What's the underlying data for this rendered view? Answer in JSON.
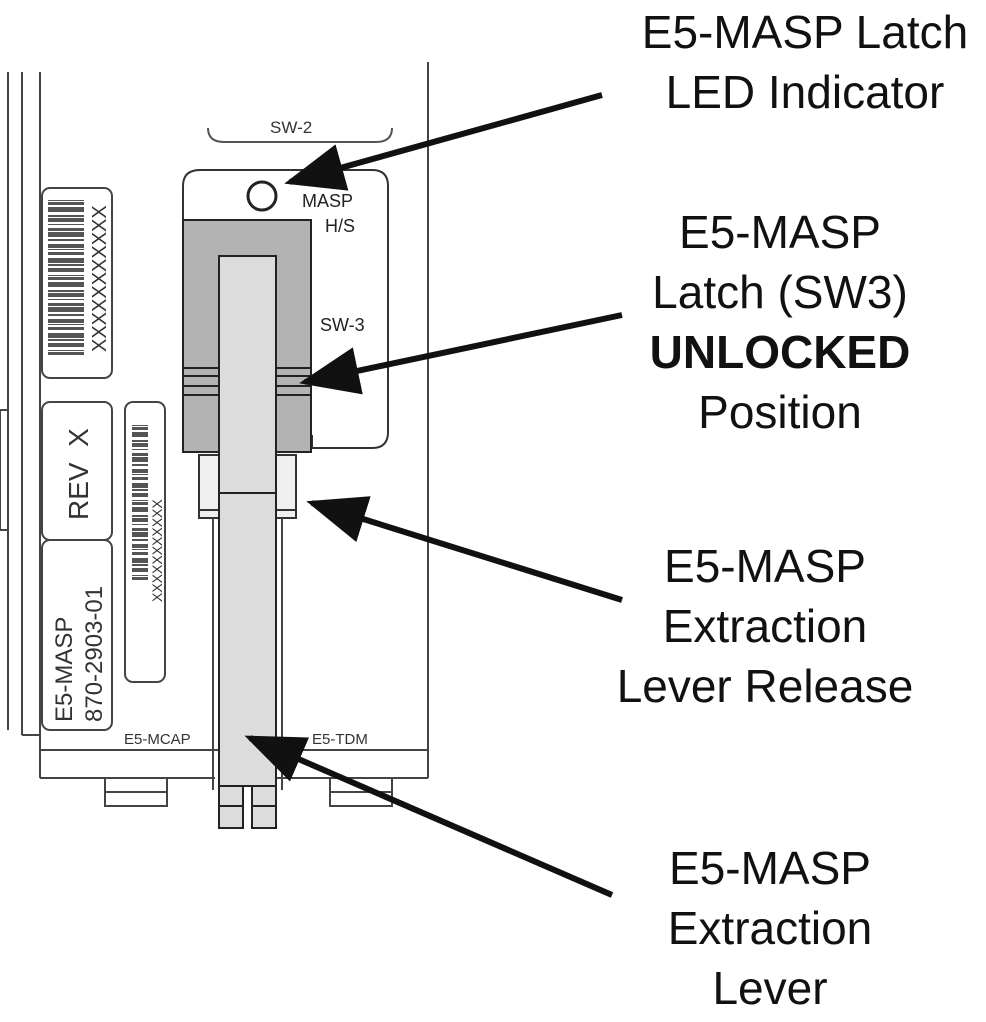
{
  "board": {
    "sw2_label": "SW-2",
    "masp_label": "MASP",
    "hs_label": "H/S",
    "sw3_label": "SW-3",
    "barcode_text_top": "XXXXXXXXXXX",
    "rev_label": "REV  X",
    "barcode_text_mid": "XXXXXXXXXXX",
    "card_name": "E5-MASP",
    "part_number": "870-2903-01",
    "mcap_label": "E5-MCAP",
    "tdm_label": "E5-TDM"
  },
  "callouts": {
    "led": [
      "E5-MASP Latch",
      "LED Indicator"
    ],
    "latch": [
      "E5-MASP",
      "Latch (SW3)"
    ],
    "latch_state": "UNLOCKED",
    "latch_position": "Position",
    "release": [
      "E5-MASP",
      "Extraction",
      "Lever Release"
    ],
    "lever": [
      "E5-MASP",
      "Extraction",
      "Lever"
    ]
  },
  "colors": {
    "line": "#222222",
    "latch_fill": "#b3b3b3",
    "lever_fill": "#dcdcdc",
    "barcode": "#555555"
  }
}
